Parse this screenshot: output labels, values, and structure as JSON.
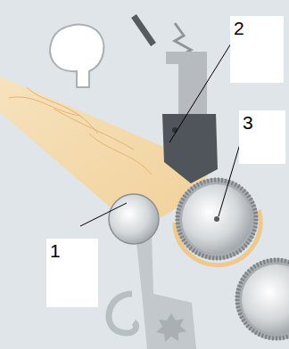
{
  "diagram": {
    "nodes": [
      {
        "text": [
          "2"
        ]
      },
      {
        "text": [
          "3"
        ]
      },
      {
        "text": [
          "1"
        ]
      }
    ]
  }
}
